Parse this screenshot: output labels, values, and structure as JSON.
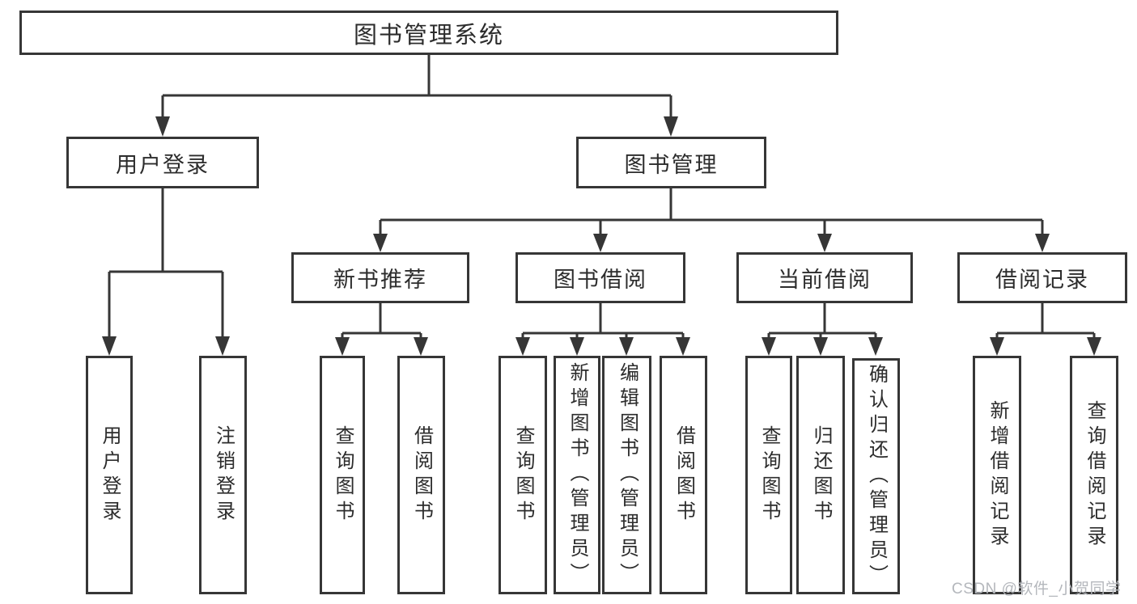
{
  "nodes": {
    "root": "图书管理系统",
    "user_login": "用户登录",
    "book_mgmt": "图书管理",
    "new_book_rec": "新书推荐",
    "book_borrow": "图书借阅",
    "current_borrow": "当前借阅",
    "borrow_records": "借阅记录",
    "leaf_user_login": "用户登录",
    "leaf_logout": "注销登录",
    "rec_query_book": "查询图书",
    "rec_borrow_book": "借阅图书",
    "bb_query_book": "查询图书",
    "bb_add_book": "新增图书（管理员）",
    "bb_edit_book": "编辑图书（管理员）",
    "bb_borrow_book": "借阅图书",
    "cb_query_book": "查询图书",
    "cb_return_book": "归还图书",
    "cb_confirm_return": "确认归还（管理员）",
    "br_add_record": "新增借阅记录",
    "br_query_record": "查询借阅记录"
  },
  "colors": {
    "line": "#363636",
    "box_border": "#363636",
    "text": "#2c2c2c",
    "watermark": "#b4b7bc",
    "background": "#ffffff"
  },
  "watermark": "CSDN @软件_小贺同学"
}
